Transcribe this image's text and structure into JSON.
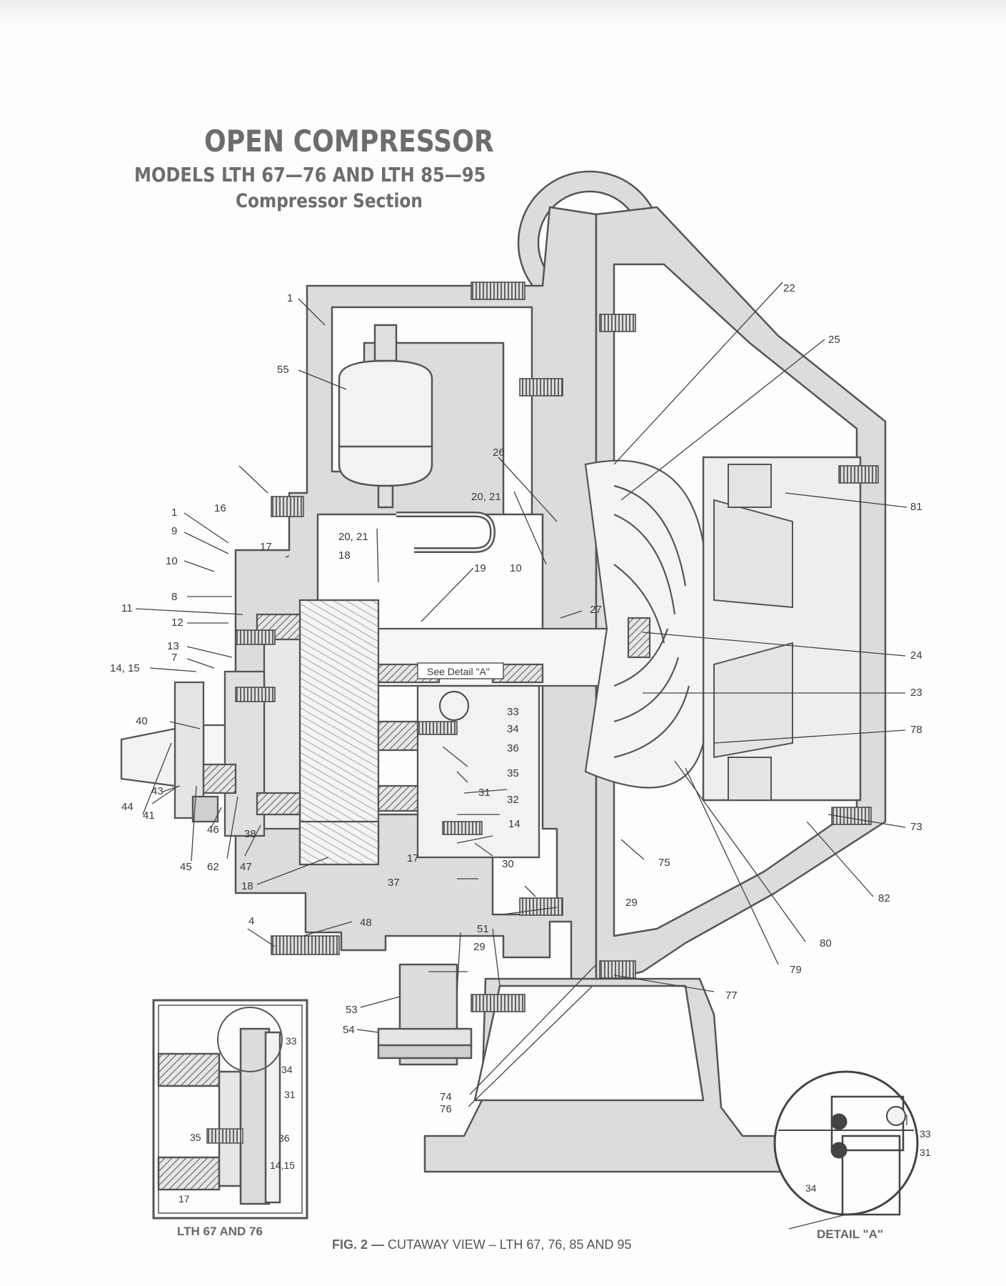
{
  "title": {
    "main": "OPEN COMPRESSOR",
    "models": "MODELS LTH 67—76 AND LTH 85—95",
    "section": "Compressor Section"
  },
  "caption": {
    "fig": "FIG. 2 —",
    "text": "CUTAWAY VIEW – LTH 67, 76, 85 AND 95"
  },
  "inset_lth_label": "LTH 67 AND 76",
  "detail_a_label": "DETAIL \"A\"",
  "see_detail": "See Detail \"A\"",
  "callouts": {
    "c1a": "1",
    "c1b": "1",
    "c4": "4",
    "c7": "7",
    "c8": "8",
    "c9": "9",
    "c10a": "10",
    "c10b": "10",
    "c11": "11",
    "c12": "12",
    "c13": "13",
    "c1415a": "14, 15",
    "c14b": "14",
    "c16": "16",
    "c17a": "17",
    "c17b": "17",
    "c18a": "18",
    "c18b": "18",
    "c19": "19",
    "c2021a": "20, 21",
    "c2021b": "20, 21",
    "c22": "22",
    "c23": "23",
    "c24": "24",
    "c25": "25",
    "c26": "26",
    "c27": "27",
    "c29a": "29",
    "c29b": "29",
    "c30": "30",
    "c31": "31",
    "c32": "32",
    "c33": "33",
    "c34": "34",
    "c35": "35",
    "c36": "36",
    "c37": "37",
    "c38": "38",
    "c40": "40",
    "c41": "41",
    "c43": "43",
    "c44": "44",
    "c45": "45",
    "c46": "46",
    "c47": "47",
    "c48": "48",
    "c51": "51",
    "c53": "53",
    "c54": "54",
    "c55": "55",
    "c62": "62",
    "c73": "73",
    "c74": "74",
    "c75": "75",
    "c76": "76",
    "c77": "77",
    "c78": "78",
    "c79": "79",
    "c80": "80",
    "c81": "81",
    "c82": "82"
  },
  "inset_callouts": {
    "i33": "33",
    "i34": "34",
    "i31": "31",
    "i36": "36",
    "i35": "35",
    "i1415": "14,15",
    "i17": "17"
  },
  "detail_callouts": {
    "d33": "33",
    "d31": "31",
    "d34": "34"
  },
  "colors": {
    "line": "#555555",
    "casting": "#d9d9d9",
    "ink": "#3a3a3a",
    "title": "#6d6d6d"
  }
}
